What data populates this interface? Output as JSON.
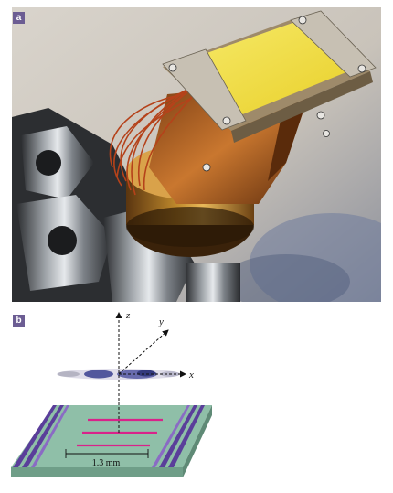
{
  "panels": [
    {
      "label": "a"
    },
    {
      "label": "b"
    }
  ],
  "axes": {
    "x": "x",
    "y": "y",
    "z": "z"
  },
  "scale": {
    "label": "1.3 mm"
  },
  "colors": {
    "label_bg": "#6c5d93",
    "chip_yellow": "#f2df3c",
    "copper": "#b8662a",
    "brass": "#c08a2c",
    "board_green": "#8fbfa8",
    "rail_purple": "#5a3e9a",
    "wire_magenta": "#d8238a"
  }
}
